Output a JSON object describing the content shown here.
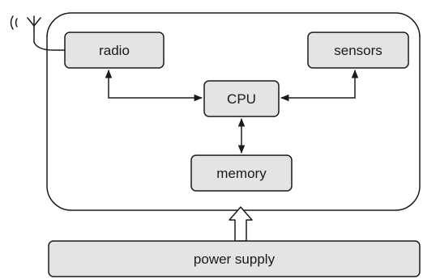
{
  "diagram": {
    "components": {
      "radio": "radio",
      "sensors": "sensors",
      "cpu": "CPU",
      "memory": "memory",
      "power_supply": "power supply"
    },
    "colors": {
      "box_fill": "#e4e4e4",
      "stroke": "#1a1a1a",
      "background": "#ffffff"
    },
    "connections": [
      {
        "from": "radio",
        "to": "cpu",
        "direction": "bidirectional"
      },
      {
        "from": "sensors",
        "to": "cpu",
        "direction": "bidirectional"
      },
      {
        "from": "cpu",
        "to": "memory",
        "direction": "bidirectional"
      },
      {
        "from": "power_supply",
        "to": "node",
        "direction": "one-way"
      }
    ],
    "icons": [
      "antenna-icon"
    ]
  }
}
